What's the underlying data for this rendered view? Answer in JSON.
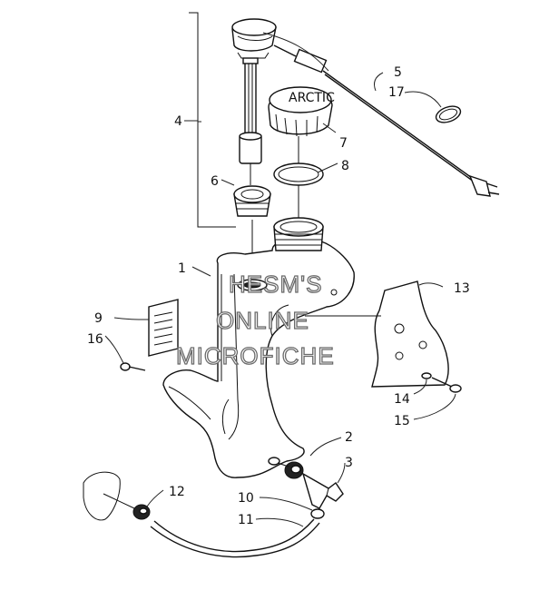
{
  "watermark": {
    "line1": "HESM'S",
    "line2": "ONLINE",
    "line3": "MICROFICHE"
  },
  "callouts": [
    {
      "id": "c1",
      "text": "1"
    },
    {
      "id": "c2",
      "text": "2"
    },
    {
      "id": "c3",
      "text": "3"
    },
    {
      "id": "c4",
      "text": "4"
    },
    {
      "id": "c5",
      "text": "5"
    },
    {
      "id": "c6",
      "text": "6"
    },
    {
      "id": "c7",
      "text": "7"
    },
    {
      "id": "c8",
      "text": "8"
    },
    {
      "id": "c9",
      "text": "9"
    },
    {
      "id": "c10",
      "text": "10"
    },
    {
      "id": "c11",
      "text": "11"
    },
    {
      "id": "c12",
      "text": "12"
    },
    {
      "id": "c13",
      "text": "13"
    },
    {
      "id": "c14",
      "text": "14"
    },
    {
      "id": "c15",
      "text": "15"
    },
    {
      "id": "c16",
      "text": "16"
    },
    {
      "id": "c17",
      "text": "17"
    }
  ],
  "colors": {
    "line": "#111111",
    "background": "#ffffff",
    "watermark_outline": "#6a6a6a"
  }
}
